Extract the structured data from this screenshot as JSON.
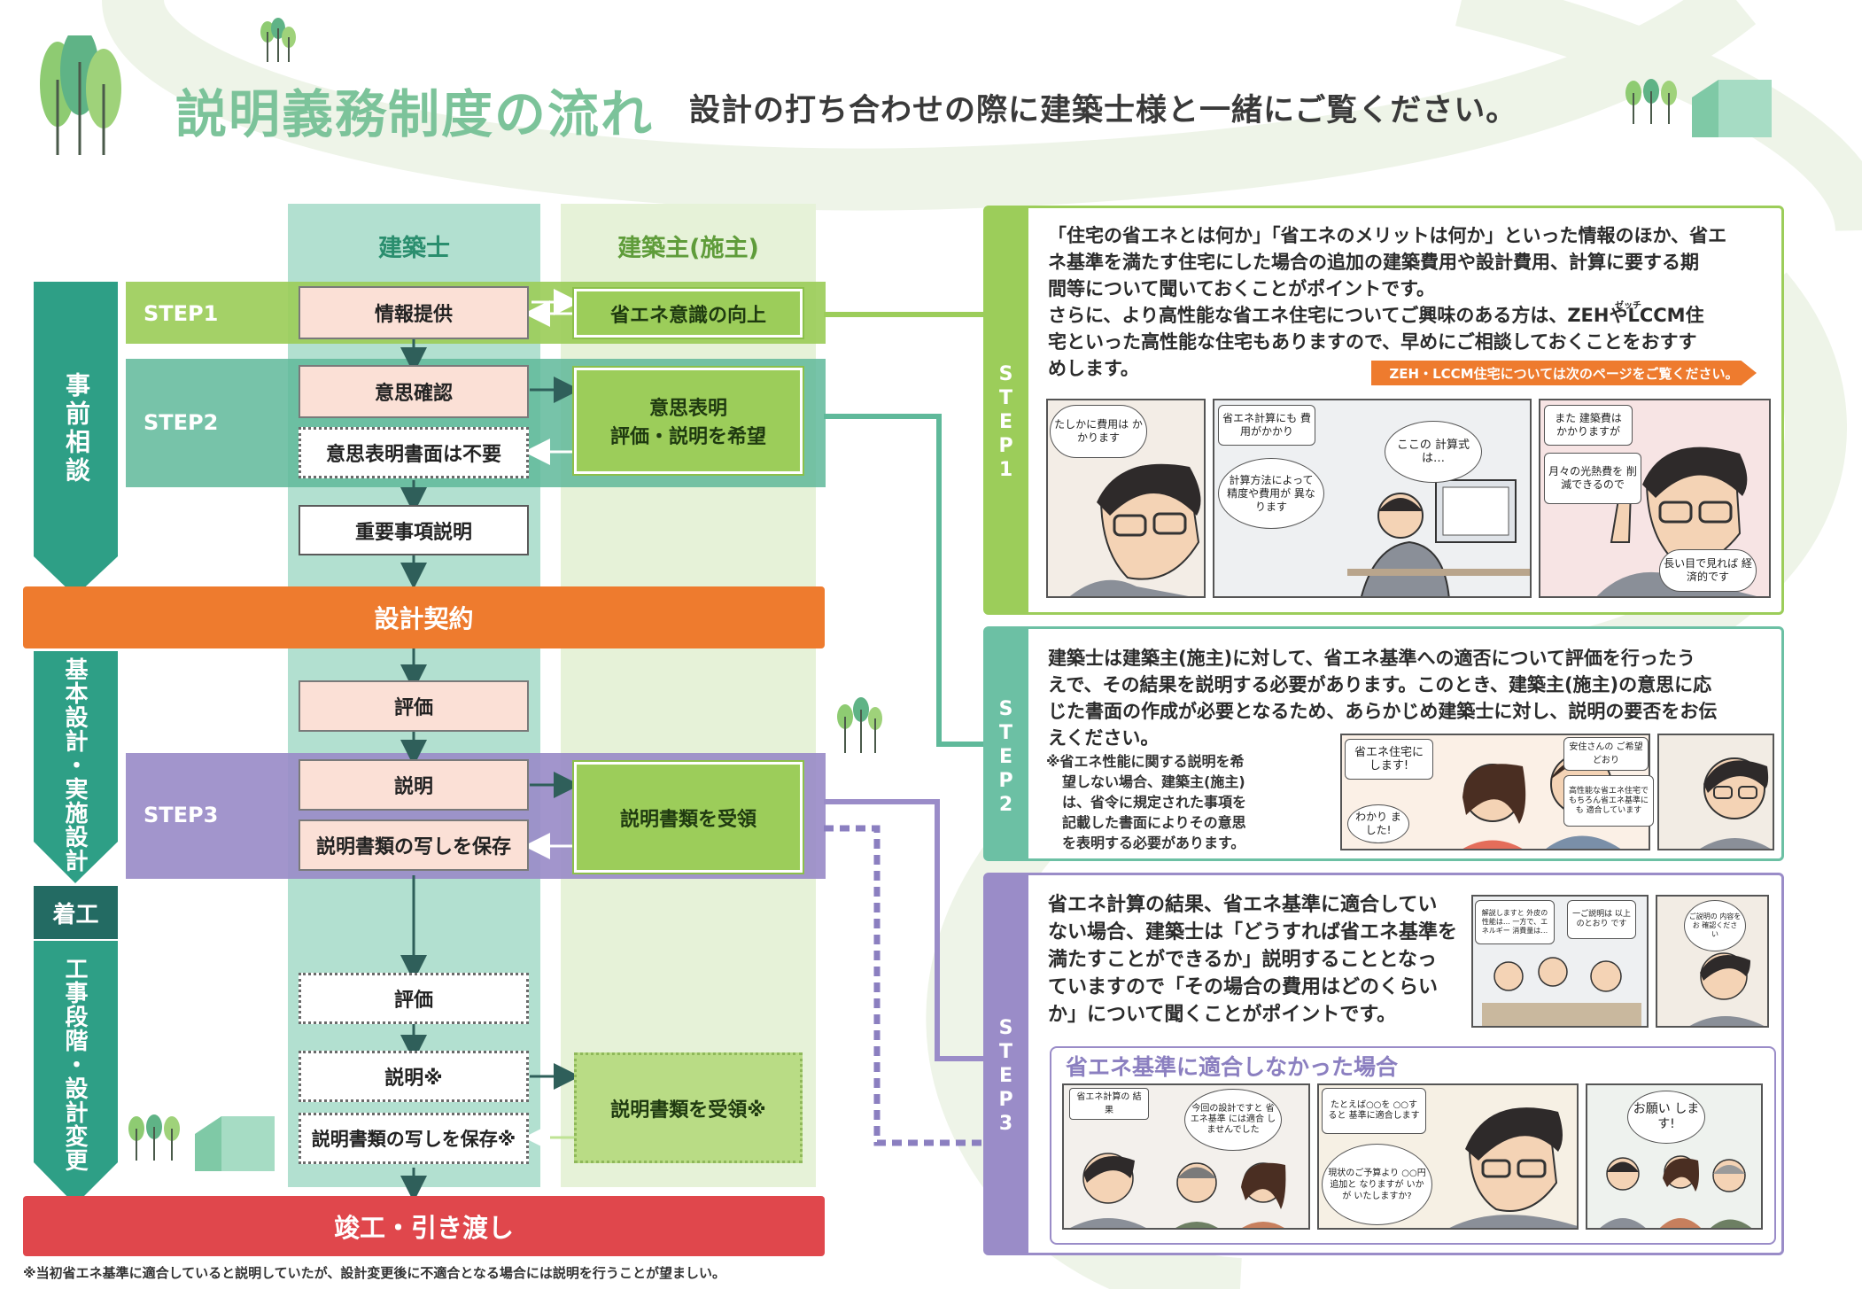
{
  "header": {
    "title": "説明義務制度の流れ",
    "subtitle": "設計の打ち合わせの際に建築士様と一緒にご覧ください。"
  },
  "columns": {
    "architect": "建築士",
    "client": "建築主(施主)"
  },
  "phases": {
    "pre": "事前相談",
    "design": "基本設計・実施設計",
    "start": "着工",
    "construction": "工事段階・設計変更"
  },
  "steps": {
    "step1": "STEP1",
    "step2": "STEP2",
    "step3": "STEP3"
  },
  "flow": {
    "info": "情報提供",
    "awareness": "省エネ意識の向上",
    "intent_check": "意思確認",
    "intent_expr_l1": "意思表明",
    "intent_expr_l2": "評価・説明を希望",
    "no_doc": "意思表明書面は不要",
    "important": "重要事項説明",
    "contract": "設計契約",
    "eval1": "評価",
    "explain1": "説明",
    "copy1": "説明書類の写しを保存",
    "receive1": "説明書類を受領",
    "eval2": "評価",
    "explain2": "説明※",
    "copy2": "説明書類の写しを保存※",
    "receive2": "説明書類を受領※",
    "handover": "竣工・引き渡し"
  },
  "footnote": "※当初省エネ基準に適合していると説明していたが、設計変更後に不適合となる場合には説明を行うことが望ましい。",
  "step1_card": {
    "tab": "STEP1",
    "lines": [
      "「住宅の省エネとは何か」「省エネのメリットは何か」といった情報のほか、省エ",
      "ネ基準を満たす住宅にした場合の追加の建築費用や設計費用、計算に要する期",
      "間等について聞いておくことがポイントです。",
      "さらに、より高性能な省エネ住宅についてご興味のある方は、ZEHやLCCM住",
      "宅といった高性能な住宅もありますので、早めにご相談しておくことをおすす",
      "めします。"
    ],
    "zeh_ruby": "ゼッチ",
    "banner": "ZEH・LCCM住宅については次のページをご覧ください。",
    "bubbles": {
      "b1": "たしかに費用は かかります",
      "b2": "省エネ計算にも 費用がかかり",
      "b3": "計算方法によって 精度や費用が 異なります",
      "b4": "ここの 計算式は…",
      "b5": "また 建築費は かかりますが",
      "b6": "月々の光熱費を 削減できるので",
      "b7": "長い目で見れば 経済的です"
    }
  },
  "step2_card": {
    "tab": "STEP2",
    "lines": [
      "建築士は建築主(施主)に対して、省エネ基準への適否について評価を行ったう",
      "えで、その結果を説明する必要があります。このとき、建築主(施主)の意思に応",
      "じた書面の作成が必要となるため、あらかじめ建築士に対し、説明の要否をお伝",
      "えください。"
    ],
    "note": [
      "※省エネ性能に関する説明を希",
      "望しない場合、建築主(施主)",
      "は、省令に規定された事項を",
      "記載した書面によりその意思",
      "を表明する必要があります。"
    ],
    "bubbles": {
      "b1": "省エネ住宅に します!",
      "b2": "わかり ました!",
      "b3": "安住さんの ご希望どおり",
      "b4": "高性能な省エネ住宅で もちろん省エネ基準にも 適合しています"
    }
  },
  "step3_card": {
    "tab": "STEP3",
    "lines": [
      "省エネ計算の結果、省エネ基準に適合してい",
      "ない場合、建築士は「どうすれば省エネ基準を",
      "満たすことができるか」説明することとなっ",
      "ていますので「その場合の費用はどのくらい",
      "か」について聞くことがポイントです。"
    ],
    "case_title": "省エネ基準に適合しなかった場合",
    "bubbles": {
      "b1": "解説しますと 外皮の性能は… 一方で、エネルギー 消費量は…",
      "b2": "一ご説明は 以上のとおり です",
      "b3": "ご説明の 内容をお 確認くださ い",
      "b4": "省エネ計算の 結果",
      "b5": "今回の設計ですと 省エネ基準 には適合 しませんでした",
      "b6": "たとえば○○を ○○すると 基準に適合します",
      "b7": "現状のご予算より ○○円追加と なりますが いかが いたしますか?",
      "b8": "お願い します!"
    }
  },
  "colors": {
    "green_step": "#9ccd5a",
    "teal": "#2e9f86",
    "mint": "#abdccb",
    "purple": "#9a8cc8",
    "orange": "#ee7b2e",
    "red": "#e0474c"
  }
}
